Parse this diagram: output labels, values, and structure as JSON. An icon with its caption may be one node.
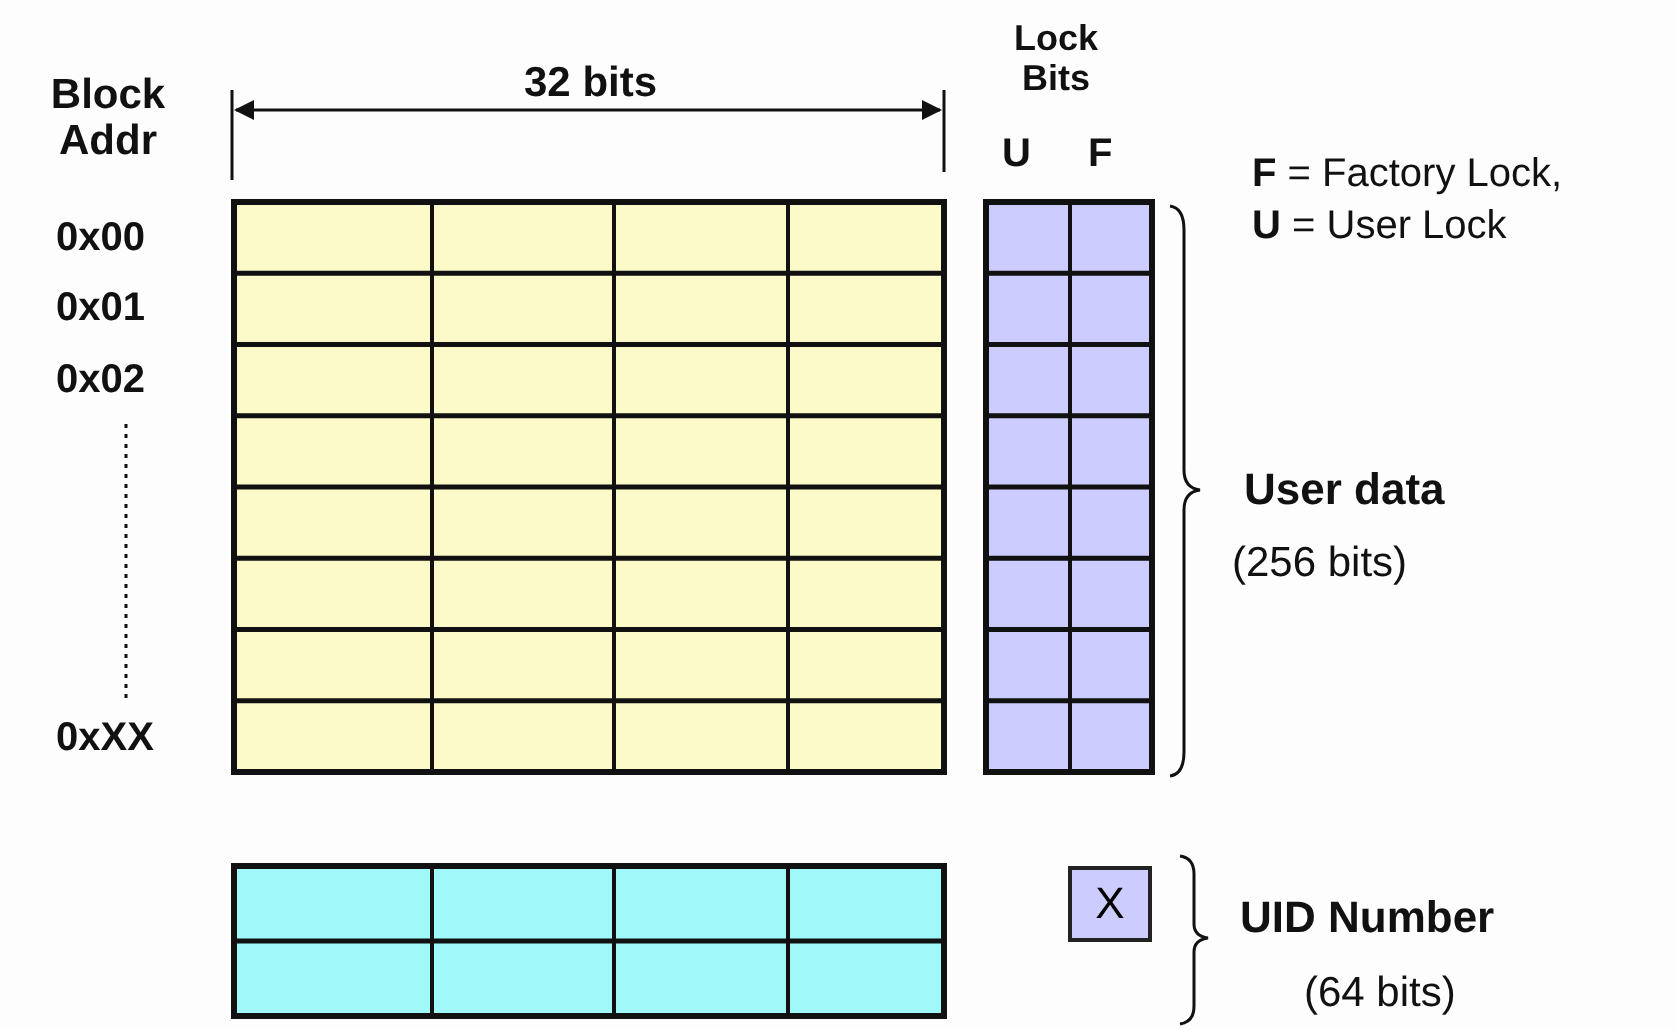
{
  "diagram": {
    "nodes": [
      {
        "text": [
          "X"
        ]
      }
    ],
    "labels": [
      "Block Addr",
      "32 bits",
      "Lock Bits",
      "U",
      "F",
      "**F** = Factory Lock,",
      "**U** = User Lock",
      "0x00",
      "0x01",
      "0x02",
      "User data",
      "(256 bits)",
      "0xXX",
      "UID Number",
      "(64 bits)"
    ]
  }
}
